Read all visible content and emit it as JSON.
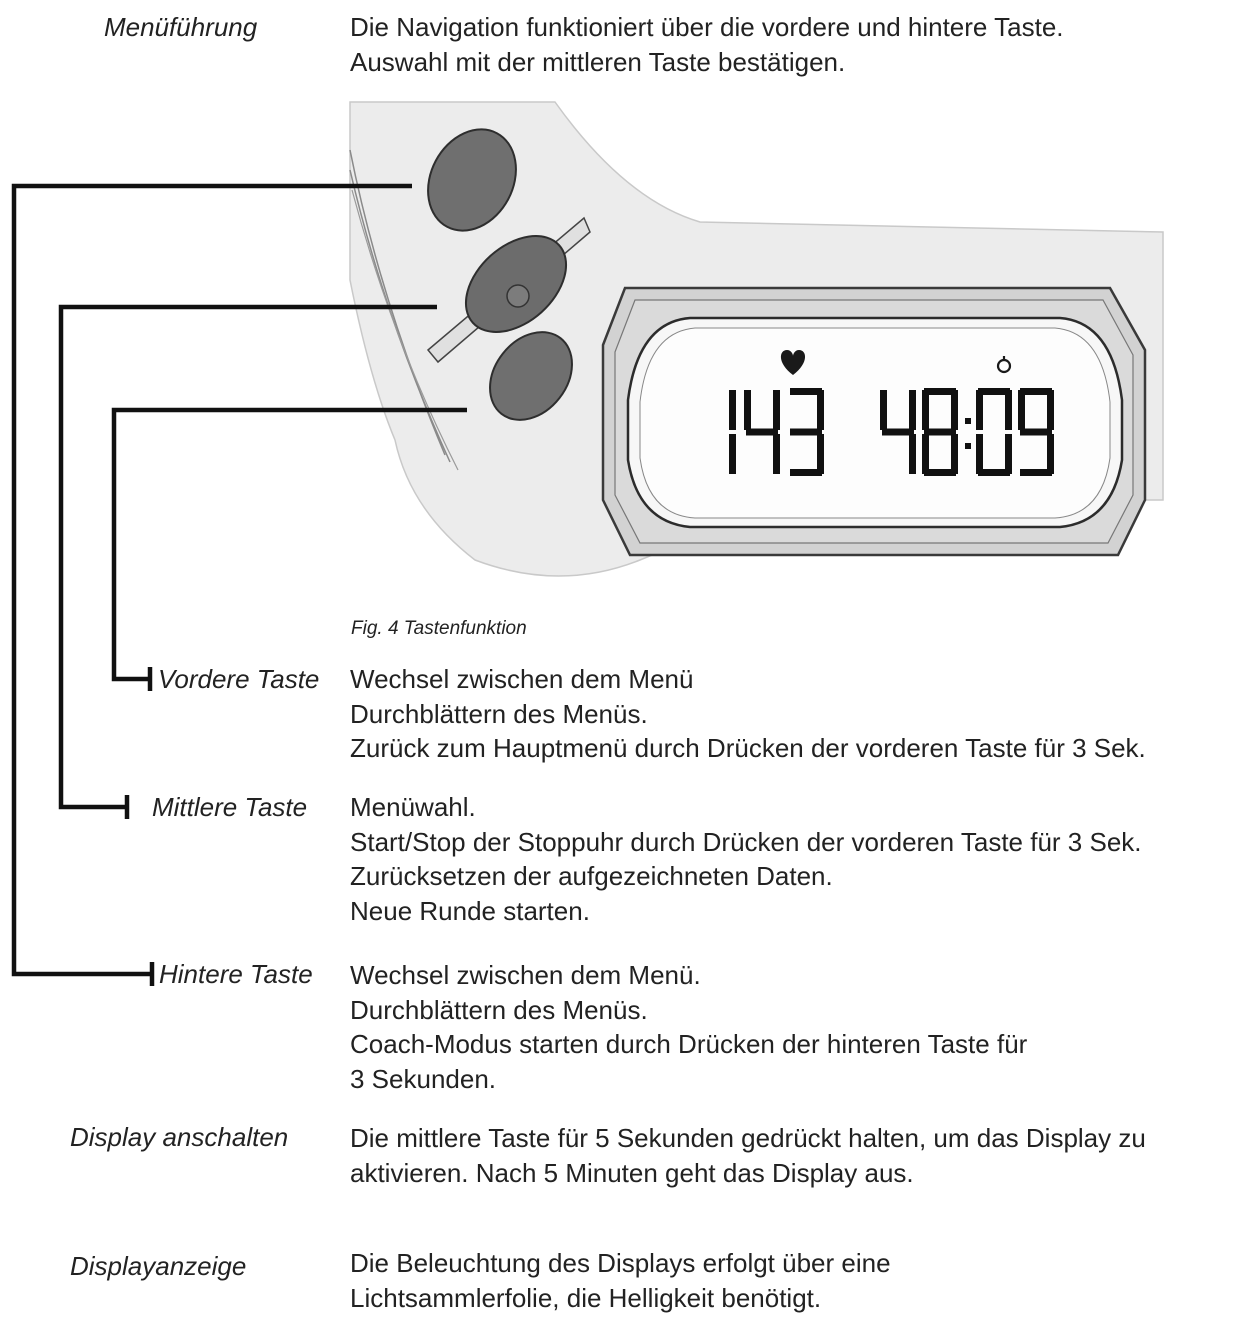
{
  "intro": {
    "label": "Menüführung",
    "lines": [
      "Die Navigation funktioniert über die vordere und hintere Taste.",
      "Auswahl mit der mittleren Taste bestätigen."
    ]
  },
  "display_readout": {
    "heart_rate": "143",
    "time": "48:09",
    "icons": [
      "heart-icon",
      "stopwatch-icon"
    ]
  },
  "figure_caption": "Fig. 4  Tastenfunktion",
  "buttons": [
    {
      "label": "Vordere Taste",
      "lines": [
        "Wechsel zwischen dem Menü",
        "Durchblättern des Menüs.",
        "Zurück zum Hauptmenü durch Drücken der vorderen Taste für 3 Sek."
      ]
    },
    {
      "label": "Mittlere Taste",
      "lines": [
        "Menüwahl.",
        "Start/Stop der Stoppuhr durch Drücken der vorderen Taste für 3 Sek.",
        "Zurücksetzen der aufgezeichneten Daten.",
        "Neue Runde starten."
      ]
    },
    {
      "label": "Hintere Taste",
      "lines": [
        "Wechsel zwischen dem Menü.",
        "Durchblättern des Menüs.",
        "Coach-Modus starten durch Drücken der hinteren Taste für",
        "3 Sekunden."
      ]
    }
  ],
  "display_on": {
    "label": "Display anschalten",
    "lines": [
      "Die mittlere Taste für 5 Sekunden gedrückt halten, um das Display zu",
      "aktivieren. Nach 5 Minuten geht das Display aus."
    ]
  },
  "display_light": {
    "label": "Displayanzeige",
    "lines": [
      "Die Beleuchtung des Displays erfolgt über eine",
      "Lichtsammlerfolie, die Helligkeit benötigt."
    ]
  }
}
